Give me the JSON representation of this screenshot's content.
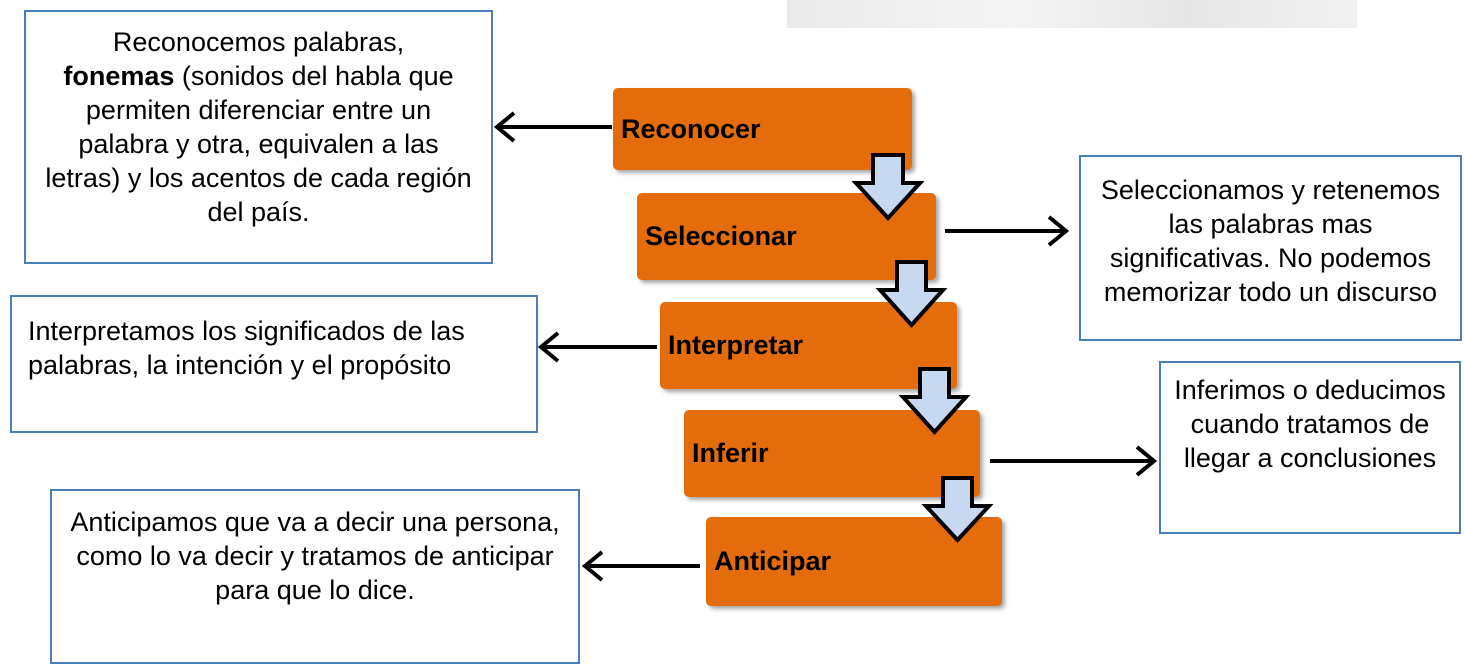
{
  "steps": [
    {
      "label": "Reconocer"
    },
    {
      "label": "Seleccionar"
    },
    {
      "label": "Interpretar"
    },
    {
      "label": "Inferir"
    },
    {
      "label": "Anticipar"
    }
  ],
  "notes": {
    "reconocer": {
      "line1": "Reconocemos palabras,",
      "bold": "fonemas",
      "rest": " (sonidos del habla que permiten diferenciar entre un palabra y otra, equivalen a las letras) y los acentos de cada región del país."
    },
    "seleccionar": "Seleccionamos y retenemos las palabras mas significativas. No podemos memorizar todo un discurso",
    "interpretar": "Interpretamos los significados de las palabras, la intención y el propósito",
    "inferir": "Inferimos o deducimos cuando tratamos de llegar a conclusiones",
    "anticipar": "Anticipamos que va a decir una persona, como lo va decir y tratamos de anticipar para que lo dice."
  },
  "colors": {
    "step_fill": "#e46c0a",
    "box_border": "#4a7ebb",
    "down_arrow_fill": "#c6d9f1",
    "down_arrow_stroke": "#000000",
    "connector": "#000000"
  },
  "icons": {
    "down": "block-down-arrow-icon",
    "left": "arrow-left-icon",
    "right": "arrow-right-icon"
  }
}
